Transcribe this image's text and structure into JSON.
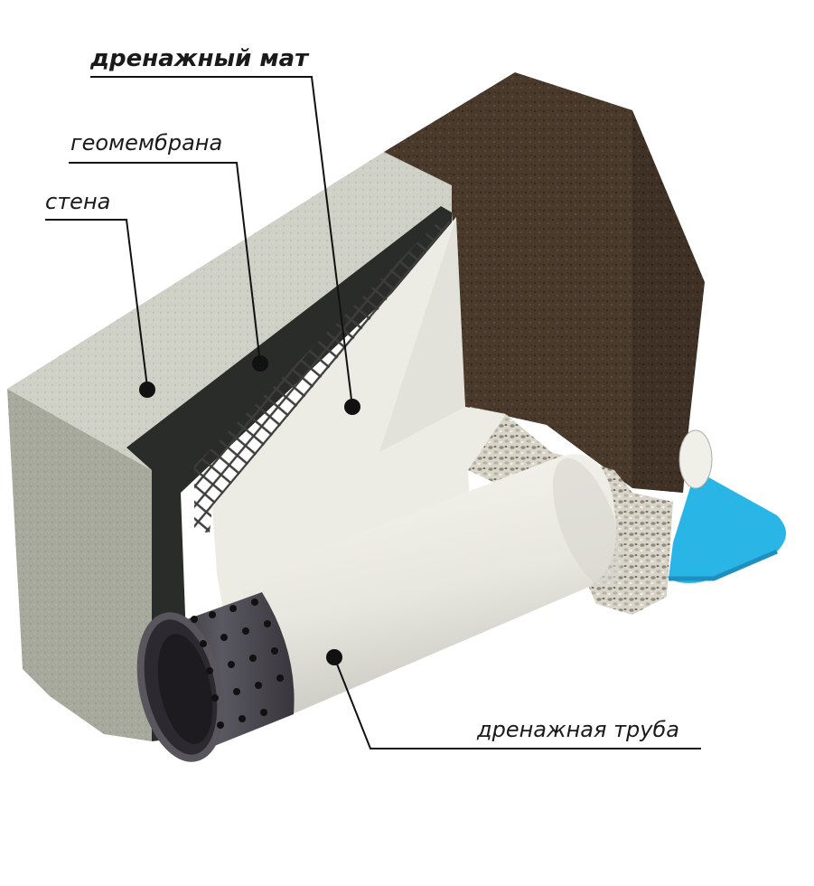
{
  "labels": {
    "drainage_mat": "дренажный мат",
    "geomembrane": "геомембрана",
    "wall": "стена",
    "drainage_pipe": "дренажная труба"
  },
  "colors": {
    "wall_front": "#b9bcb0",
    "wall_side": "#a6a99c",
    "wall_top": "#cfd0c6",
    "geomembrane": "#2a2c2a",
    "mat_panel": "#ecece4",
    "soil": "#4a3a2c",
    "gravel": "#d9d6cc",
    "pipe_sleeve": "#efeee6",
    "pipe_corrugated": "#3f3d42",
    "water": "#29b6e6",
    "leader_lines": "#111111"
  }
}
